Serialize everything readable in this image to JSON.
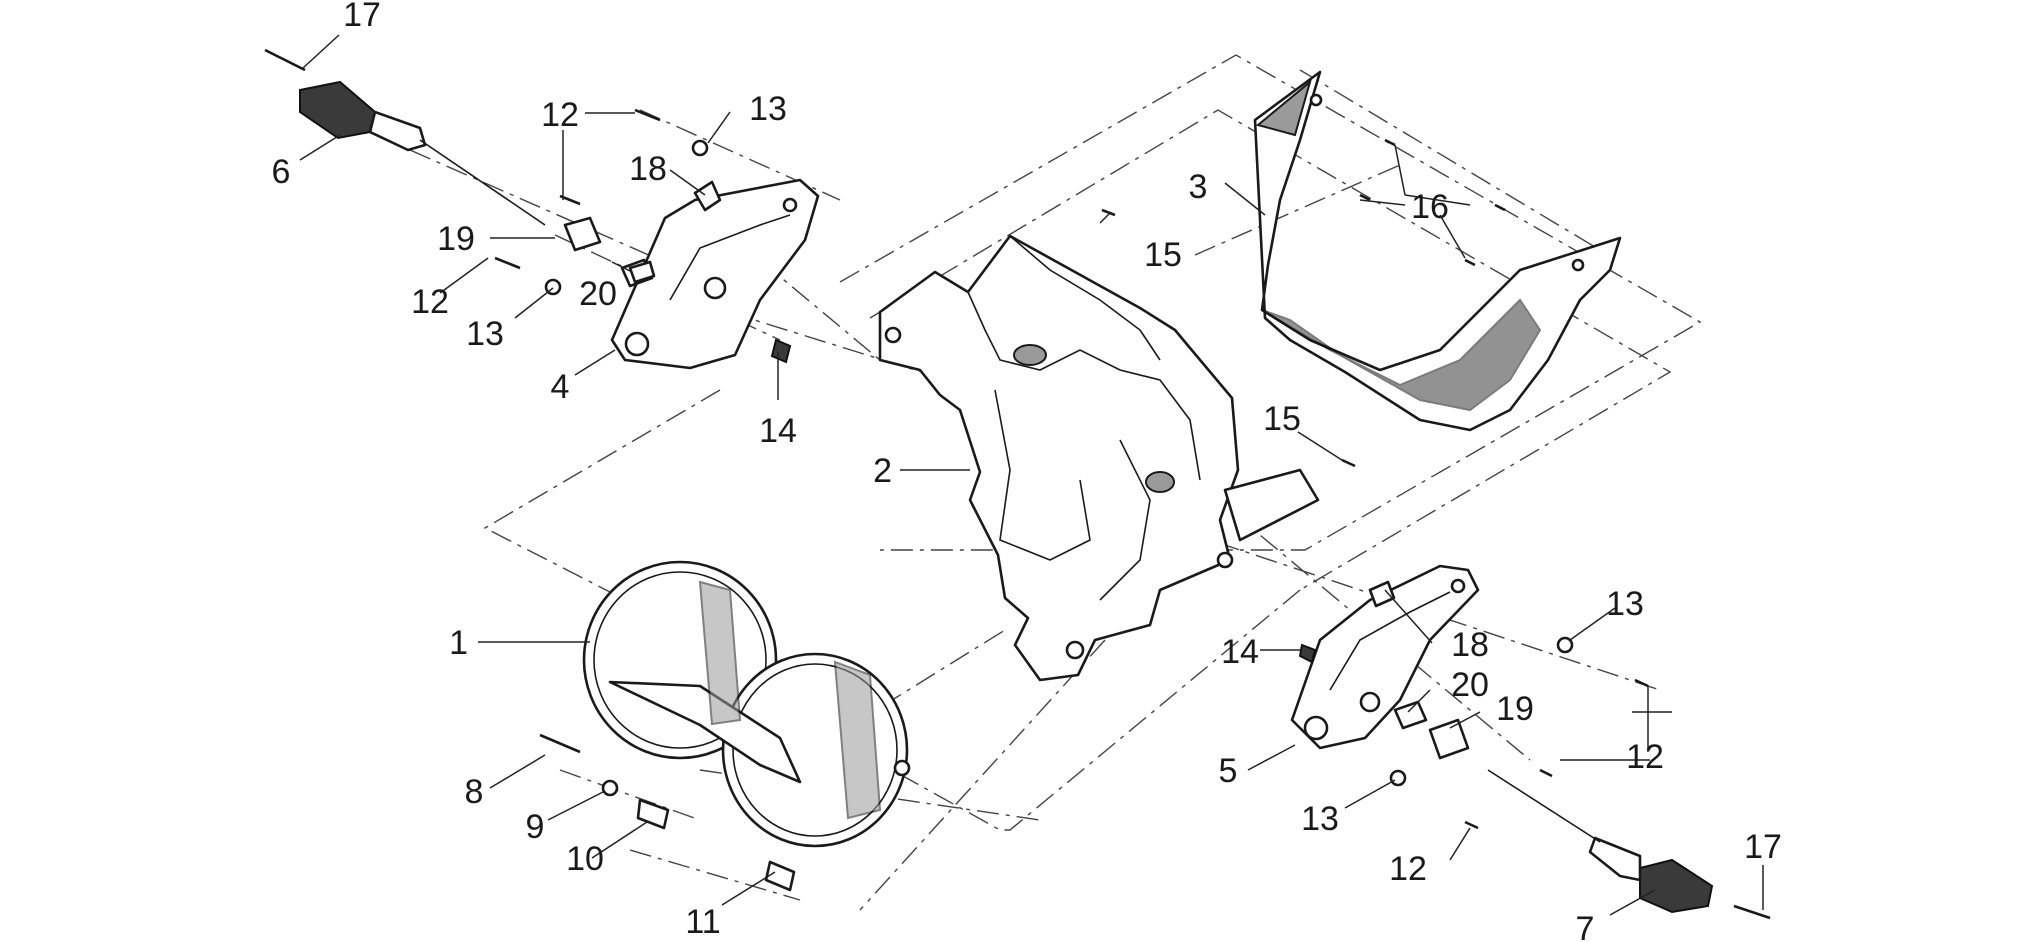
{
  "callouts": [
    "1",
    "2",
    "3",
    "4",
    "5",
    "6",
    "7",
    "8",
    "9",
    "10",
    "11",
    "12",
    "12",
    "12",
    "12",
    "13",
    "13",
    "13",
    "13",
    "14",
    "14",
    "15",
    "15",
    "16",
    "17",
    "17",
    "18",
    "18",
    "19",
    "19",
    "20",
    "20"
  ]
}
